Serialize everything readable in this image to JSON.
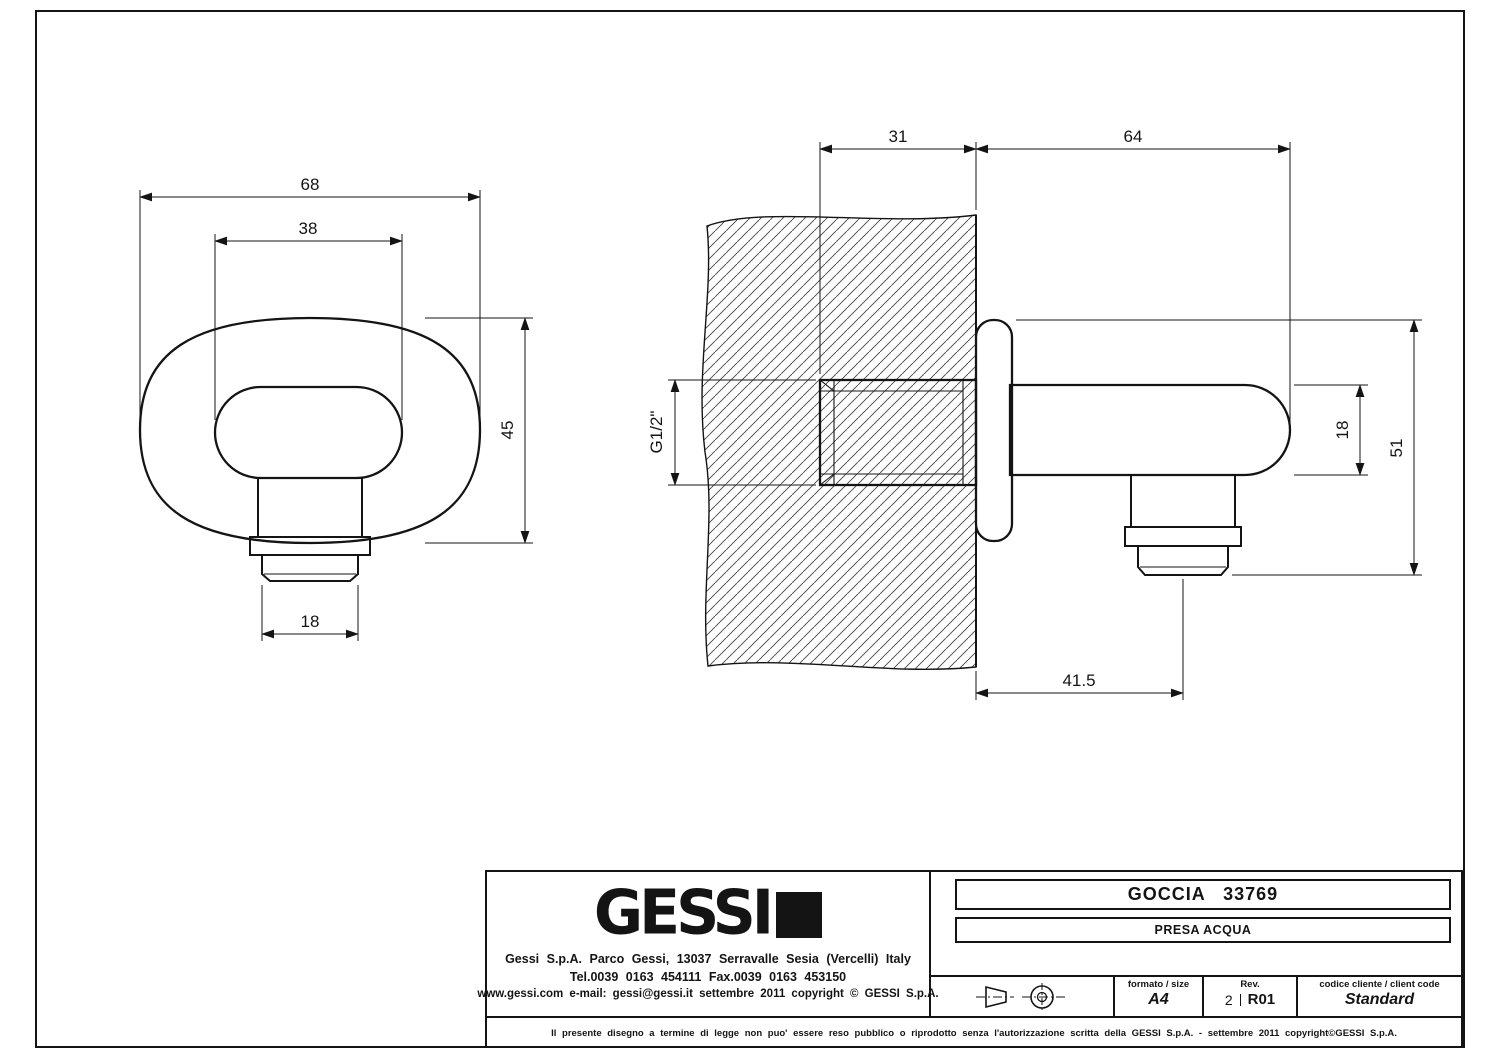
{
  "sheet": {
    "ink": "#141414",
    "background": "#ffffff"
  },
  "front_view": {
    "dim_overall_width": "68",
    "dim_spout_width": "38",
    "dim_height": "45",
    "dim_nut_width": "18"
  },
  "section_view": {
    "dim_wall_depth": "31",
    "dim_arm_length": "64",
    "dim_thread": "G1/2\"",
    "dim_arm_diameter": "18",
    "dim_overall_height": "51",
    "dim_outlet_offset": "41.5"
  },
  "title_block": {
    "logo_text": "GESSI",
    "address_line_1": "Gessi S.p.A. Parco Gessi, 13037 Serravalle Sesia (Vercelli) Italy",
    "address_line_2": "Tel.0039 0163 454111 Fax.0039 0163 453150",
    "address_line_3": "www.gessi.com e-mail: gessi@gessi.it settembre 2011 copyright © GESSI S.p.A.",
    "product_name": "GOCCIA 33769",
    "product_type": "PRESA ACQUA",
    "format_label": "formato / size",
    "format_value": "A4",
    "revision_label": "Rev.",
    "revision_number": "2",
    "revision_code": "R01",
    "client_code_label": "codice cliente / client code",
    "client_code_value": "Standard",
    "legal_notice": "Il presente disegno a termine di legge non puo' essere reso pubblico o riprodotto senza l'autorizzazione scritta della GESSI S.p.A. - settembre 2011 copyright©GESSI S.p.A."
  }
}
